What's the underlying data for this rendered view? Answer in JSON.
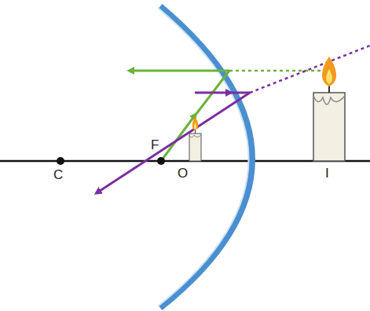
{
  "diagram": {
    "labels": [
      "C",
      "F",
      "O",
      "I"
    ]
  }
}
